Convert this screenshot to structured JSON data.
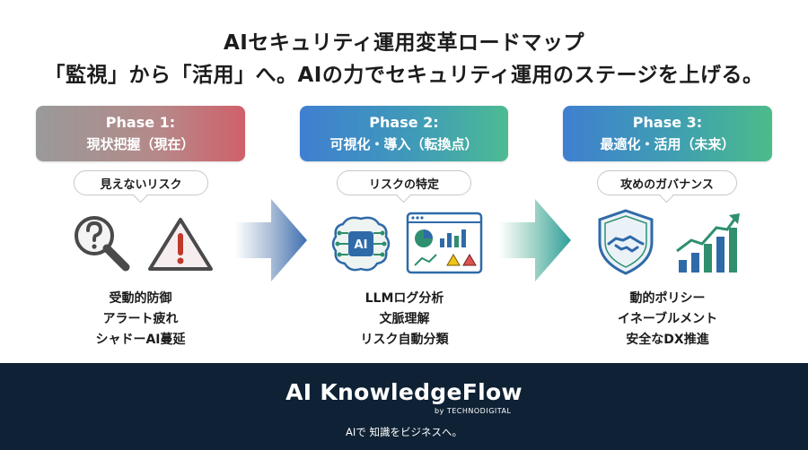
{
  "title_line1": "AIセキュリティ運用変革ロードマップ",
  "title_line2": "「監視」から「活用」へ。AIの力でセキュリティ運用のステージを上げる。",
  "colors": {
    "phase1_gradient": [
      "#9a9a9a",
      "#d0606a"
    ],
    "phase2_gradient": [
      "#3f7fd0",
      "#4dbb92"
    ],
    "phase3_gradient": [
      "#3f7fd0",
      "#4dbb8a"
    ],
    "icon_dark": "#4a4a4a",
    "icon_blue": "#2f6aa8",
    "icon_green": "#2f8f6f",
    "footer_bg": "#0f2235"
  },
  "phases": [
    {
      "title": "Phase 1:",
      "subtitle": "現状把握（現在）",
      "bubble": "見えないリスク",
      "icons": [
        "magnifier-question-icon",
        "warning-triangle-icon"
      ],
      "items": [
        "受動的防御",
        "アラート疲れ",
        "シャドーAI蔓延"
      ]
    },
    {
      "title": "Phase 2:",
      "subtitle": "可視化・導入（転換点）",
      "bubble": "リスクの特定",
      "icons": [
        "ai-brain-icon",
        "dashboard-icon"
      ],
      "brain_label": "AI",
      "items": [
        "LLMログ分析",
        "文脈理解",
        "リスク自動分類"
      ]
    },
    {
      "title": "Phase 3:",
      "subtitle": "最適化・活用（未来）",
      "bubble": "攻めのガバナンス",
      "icons": [
        "shield-handshake-icon",
        "growth-chart-icon"
      ],
      "items": [
        "動的ポリシー",
        "イネーブルメント",
        "安全なDX推進"
      ]
    }
  ],
  "footer": {
    "brand": "AI KnowledgeFlow",
    "by": "by TECHNODIGITAL",
    "tagline": "AIで 知識をビジネスへ。"
  }
}
